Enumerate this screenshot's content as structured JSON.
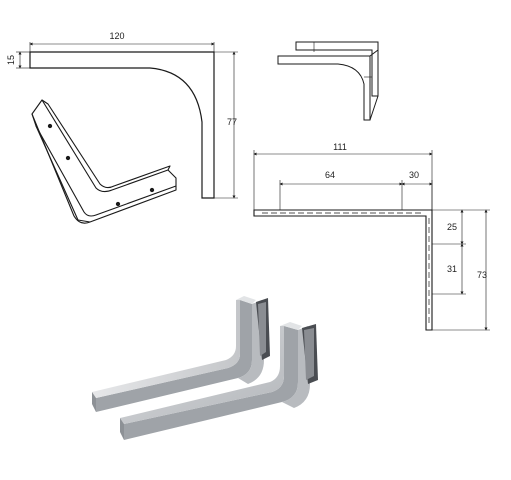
{
  "dimensions": {
    "width_120": "120",
    "height_15": "15",
    "height_77": "77",
    "width_111": "111",
    "width_64": "64",
    "width_30": "30",
    "height_25": "25",
    "height_31": "31",
    "height_73": "73"
  },
  "colors": {
    "line": "#1a1a1a",
    "bracket_light": "#cfd1d4",
    "bracket_mid": "#aeb1b5",
    "bracket_dark": "#7d8085",
    "clip": "#4a4d52"
  }
}
